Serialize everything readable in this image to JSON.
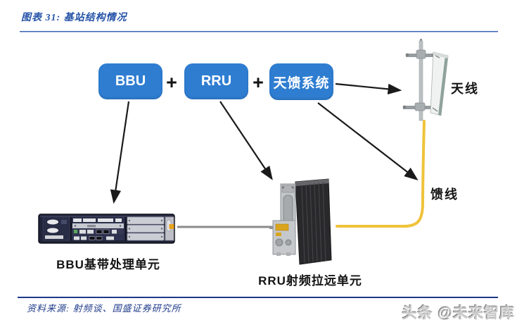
{
  "figure": {
    "title": "图表 31: 基站结构情况",
    "source": "资料来源: 射频谈、国盛证券研究所",
    "watermark": "头条 @未来智库"
  },
  "diagram": {
    "plus": "+",
    "boxes": [
      {
        "id": "bbu",
        "label": "BBU"
      },
      {
        "id": "rru",
        "label": "RRU"
      },
      {
        "id": "antenna-feeder-system",
        "label": "天馈系统"
      }
    ],
    "labels": {
      "antenna": "天线",
      "feeder": "馈线",
      "bbu_unit": "BBU基带处理单元",
      "rru_unit": "RRU射频拉远单元"
    },
    "icons": {
      "antenna_image": "panel-antenna-photo",
      "bbu_image": "bbu-rack-unit-photo",
      "rru_image": "rru-outdoor-unit-photo"
    },
    "colors": {
      "box_blue": "#2e7dd1",
      "cable_yellow": "#efc33a",
      "link_gray": "#8b8b8b",
      "arrow_black": "#1a1a1a",
      "rule_blue_top": "#3a62b4",
      "rule_blue_bottom": "#1f3a8a"
    }
  }
}
